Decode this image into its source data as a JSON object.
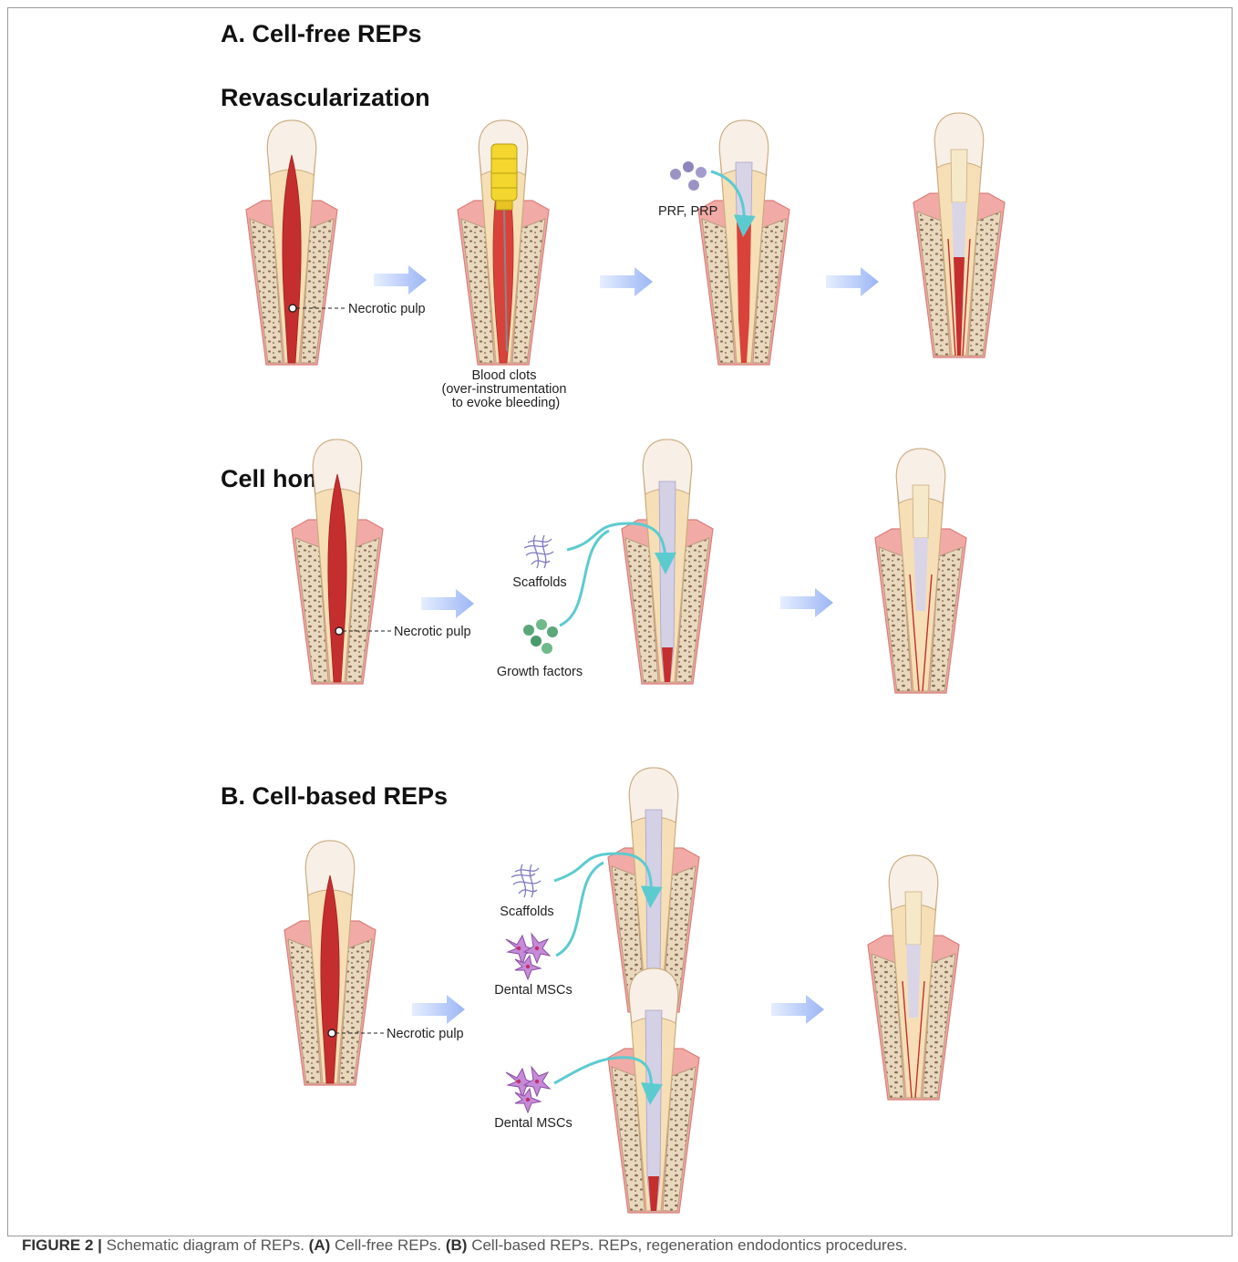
{
  "panel_a": {
    "title": "A. Cell-free REPs",
    "revasc": {
      "heading": "Revascularization",
      "necrotic_label": "Necrotic pulp",
      "prf_label": "PRF, PRP",
      "blood_label": [
        "Blood clots",
        "(over-instrumentation",
        "to evoke bleeding)"
      ]
    },
    "homing": {
      "heading": "Cell homing",
      "necrotic_label": "Necrotic pulp",
      "scaffolds_label": "Scaffolds",
      "growth_label": "Growth factors"
    }
  },
  "panel_b": {
    "title": "B. Cell-based REPs",
    "scaffolds_label": "Scaffolds",
    "msc_label_1": "Dental MSCs",
    "msc_label_2": "Dental MSCs",
    "necrotic_label": "Necrotic pulp"
  },
  "caption": {
    "figure": "FIGURE 2 |",
    "text1": " Schematic diagram of REPs. ",
    "a": "(A)",
    "text2": " Cell-free REPs. ",
    "b": "(B)",
    "text3": " Cell-based REPs. REPs, regeneration endodontics procedures."
  },
  "colors": {
    "gum": "#f2aaa6",
    "bone": "#e7d7bd",
    "enamel": "#f7eee4",
    "dentin": "#f6dfb6",
    "necrotic": "#c42e2e",
    "scaffold_fill": "#d4d0e6",
    "flow_arrow": "#5ccbd0",
    "step_arrow": "#a9c1f6"
  }
}
